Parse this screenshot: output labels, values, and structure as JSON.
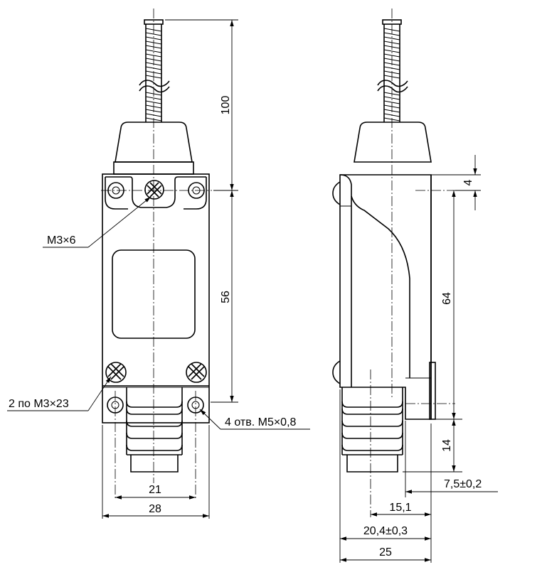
{
  "dimensions": {
    "actuator_length": "100",
    "housing_height_front": "56",
    "housing_height_side": "64",
    "top_offset": "4",
    "boot_length": "14",
    "hole_spacing": "21",
    "housing_width": "28",
    "mount_offset": "7,5±0,2",
    "axis_distance": "15,1",
    "depth_tolerance": "20,4±0,3",
    "housing_depth": "25"
  },
  "callouts": {
    "cover_screw": "M3×6",
    "body_screws": "2 по M3×23",
    "mount_holes": "4 отв. M5×0,8"
  }
}
